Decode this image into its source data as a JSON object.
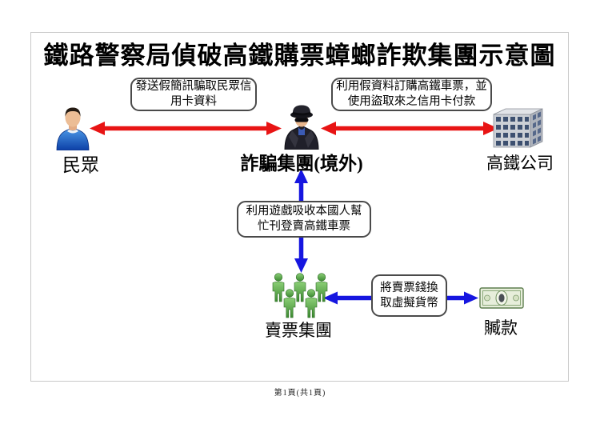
{
  "title": "鐵路警察局偵破高鐵購票蟑螂詐欺集團示意圖",
  "callouts": {
    "fake_sms": {
      "lines": [
        "發送假簡訊騙取民眾信",
        "用卡資料"
      ]
    },
    "fake_booking": {
      "lines": [
        "利用假資料訂購高鐵車票，並",
        "使用盜取來之信用卡付款"
      ]
    },
    "recruit_sellers": {
      "lines": [
        "利用遊戲吸收本國人幫",
        "忙刊登賣高鐵車票"
      ]
    },
    "exchange_crypto": {
      "lines": [
        "將賣票錢換",
        "取虛擬貨幣"
      ]
    }
  },
  "nodes": {
    "public": {
      "label": "民眾",
      "icon": "blue-person-icon"
    },
    "fraud_group": {
      "label": "詐騙集團(境外)",
      "icon": "spy-icon"
    },
    "hsr_company": {
      "label": "高鐵公司",
      "icon": "office-building-icon"
    },
    "ticket_sellers": {
      "label": "賣票集團",
      "icon": "green-people-group-icon"
    },
    "stolen_money": {
      "label": "贓款",
      "icon": "dollar-bill-icon"
    }
  },
  "colors": {
    "arrow_red": "#e81414",
    "arrow_blue": "#1616e0"
  },
  "footer": {
    "page_indicator": "第1頁(共1頁)"
  }
}
